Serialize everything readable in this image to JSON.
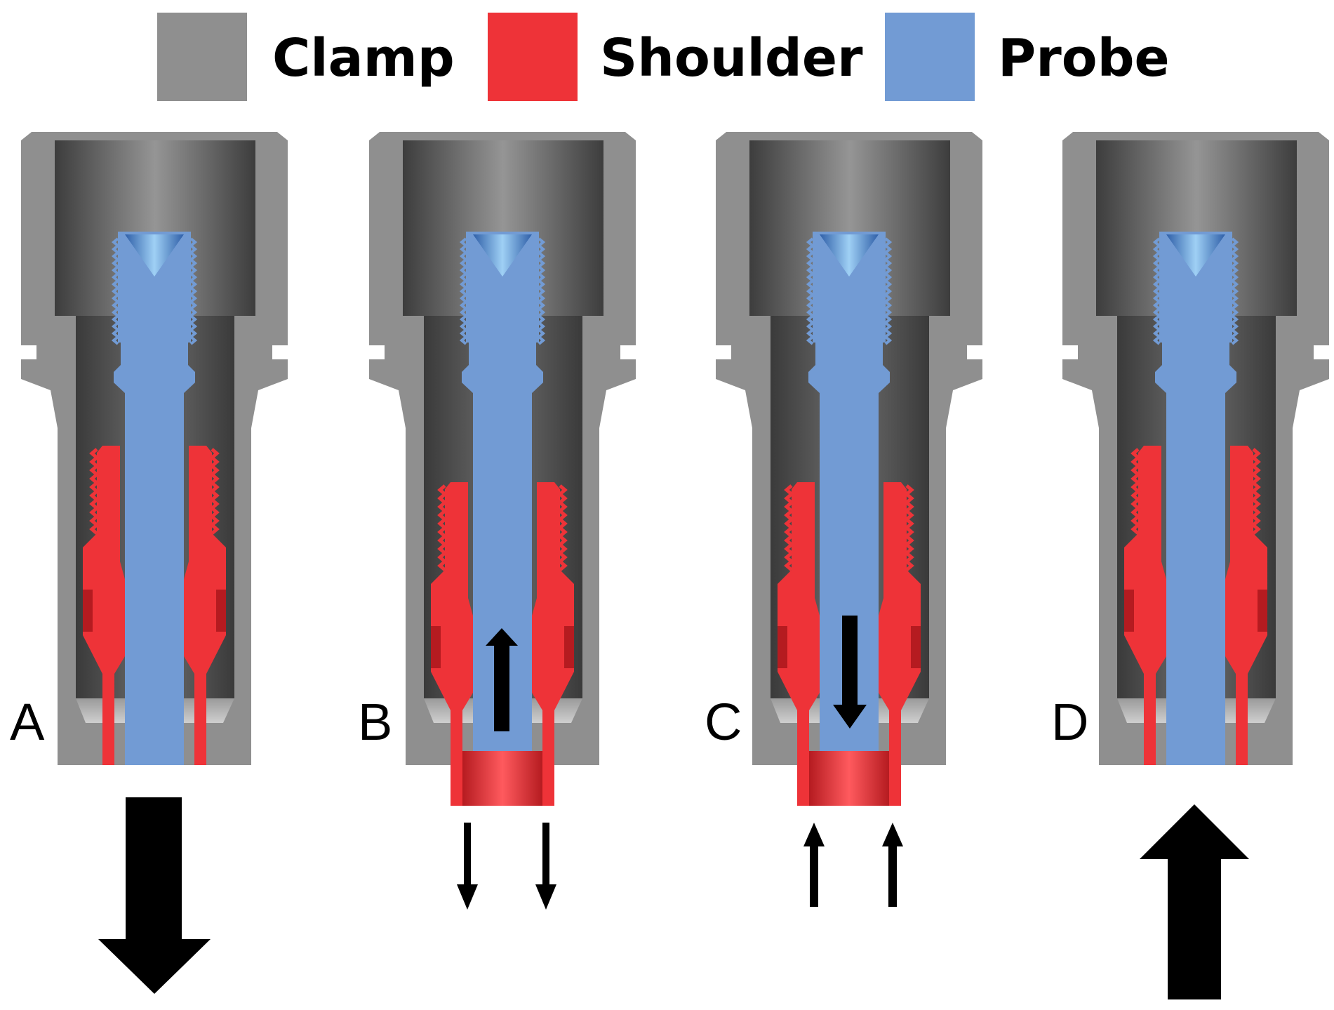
{
  "legend": [
    {
      "label": "Clamp",
      "color": "#8f8f8f"
    },
    {
      "label": "Shoulder",
      "color": "#ee3338"
    },
    {
      "label": "Probe",
      "color": "#729bd4"
    }
  ],
  "panels": [
    {
      "label": "A",
      "state": "shoulder-retracted",
      "tool_motion": "down",
      "shoulder_motion": "none",
      "probe_motion": "none"
    },
    {
      "label": "B",
      "state": "shoulder-extended",
      "tool_motion": "none",
      "shoulder_motion": "down",
      "probe_motion": "up"
    },
    {
      "label": "C",
      "state": "shoulder-extended",
      "tool_motion": "none",
      "shoulder_motion": "up",
      "probe_motion": "down"
    },
    {
      "label": "D",
      "state": "shoulder-retracted",
      "tool_motion": "up",
      "shoulder_motion": "none",
      "probe_motion": "none"
    }
  ],
  "colors": {
    "clamp_body": "#8f8f8f",
    "clamp_cavity": "#555555",
    "shoulder": "#ee3338",
    "probe": "#729bd4",
    "arrow": "#000000"
  }
}
